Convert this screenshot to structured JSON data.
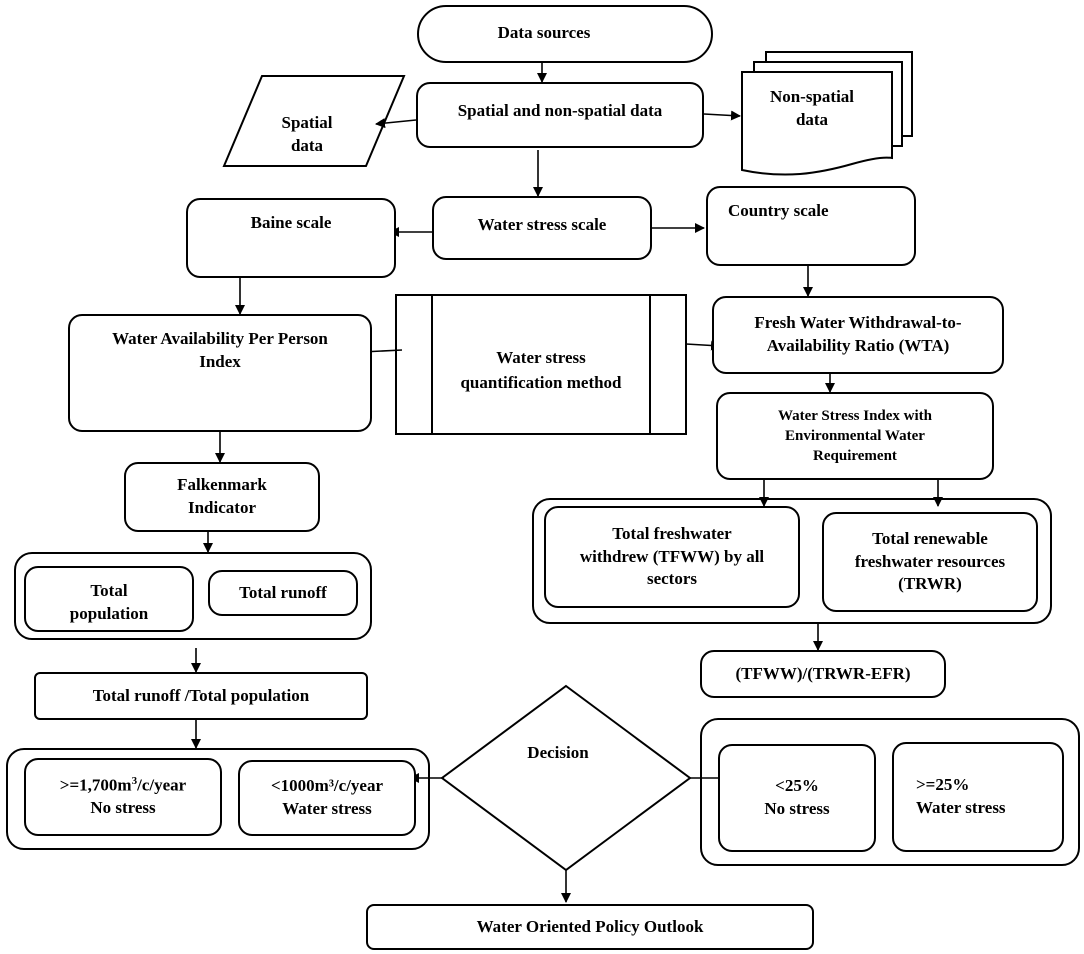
{
  "nodes": {
    "data_sources": "Data sources",
    "spatial_nonspatial": "Spatial and non-spatial data",
    "spatial_data_line1": "Spatial",
    "spatial_data_line2": "data",
    "non_spatial_line1": "Non-spatial",
    "non_spatial_line2": "data",
    "water_stress_scale": "Water stress scale",
    "baine_scale": "Baine scale",
    "country_scale": "Country scale",
    "wapp_line1": "Water Availability Per Person",
    "wapp_line2": "Index",
    "quant_line1": "Water stress",
    "quant_line2": "quantification method",
    "wta_line1": "Fresh Water Withdrawal-to-",
    "wta_line2": "Availability Ratio (WTA)",
    "wsi_line1": "Water Stress Index with",
    "wsi_line2": "Environmental Water",
    "wsi_line3": "Requirement",
    "falkenmark_line1": "Falkenmark",
    "falkenmark_line2": "Indicator",
    "tfww_line1": "Total freshwater",
    "tfww_line2": "withdrew (TFWW) by all",
    "tfww_line3": "sectors",
    "trwr_line1": "Total renewable",
    "trwr_line2": "freshwater resources",
    "trwr_line3": "(TRWR)",
    "total_population_line1": "Total",
    "total_population_line2": "population",
    "total_runoff": "Total runoff",
    "formula": "(TFWW)/(TRWR-EFR)",
    "runoff_per_pop": "Total runoff /Total population",
    "decision": "Decision",
    "no_stress_1700_prefix": ">=1,700m",
    "no_stress_1700_sup": "3",
    "no_stress_1700_suffix": "/c/year",
    "no_stress_1700_line2": "No stress",
    "stress_1000_line1": "<1000m³/c/year",
    "stress_1000_line2": "Water stress",
    "lt25_line1": "<25%",
    "lt25_line2": "No stress",
    "ge25_line1": ">=25%",
    "ge25_line2": "Water stress",
    "policy": "Water Oriented Policy Outlook"
  }
}
